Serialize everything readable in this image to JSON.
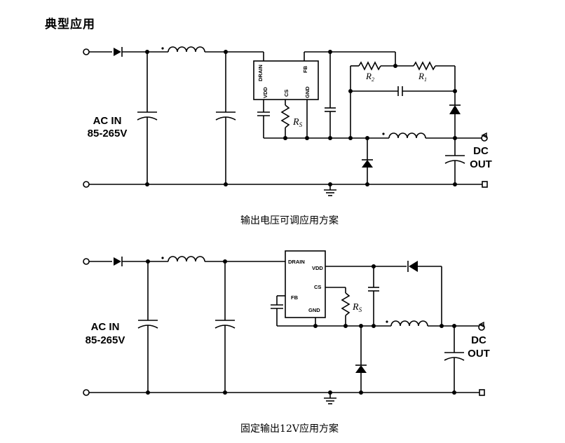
{
  "heading": "典型应用",
  "circuit1": {
    "caption": "输出电压可调应用方案",
    "input_label_line1": "AC IN",
    "input_label_line2": "85-265V",
    "output_label_line1": "DC",
    "output_label_line2": "OUT",
    "ic_pins": {
      "drain": "DRAIN",
      "fb": "FB",
      "vdd": "VDD",
      "cs": "CS",
      "gnd": "GND"
    },
    "rs_label": "R",
    "rs_sub": "S",
    "r2_label": "R",
    "r2_sub": "2",
    "r1_label": "R",
    "r1_sub": "1"
  },
  "circuit2": {
    "caption": "固定输出12V应用方案",
    "input_label_line1": "AC IN",
    "input_label_line2": "85-265V",
    "output_label_line1": "DC",
    "output_label_line2": "OUT",
    "ic_pins": {
      "drain": "DRAIN",
      "vdd": "VDD",
      "cs": "CS",
      "fb": "FB",
      "gnd": "GND"
    },
    "rs_label": "R",
    "rs_sub": "S"
  }
}
